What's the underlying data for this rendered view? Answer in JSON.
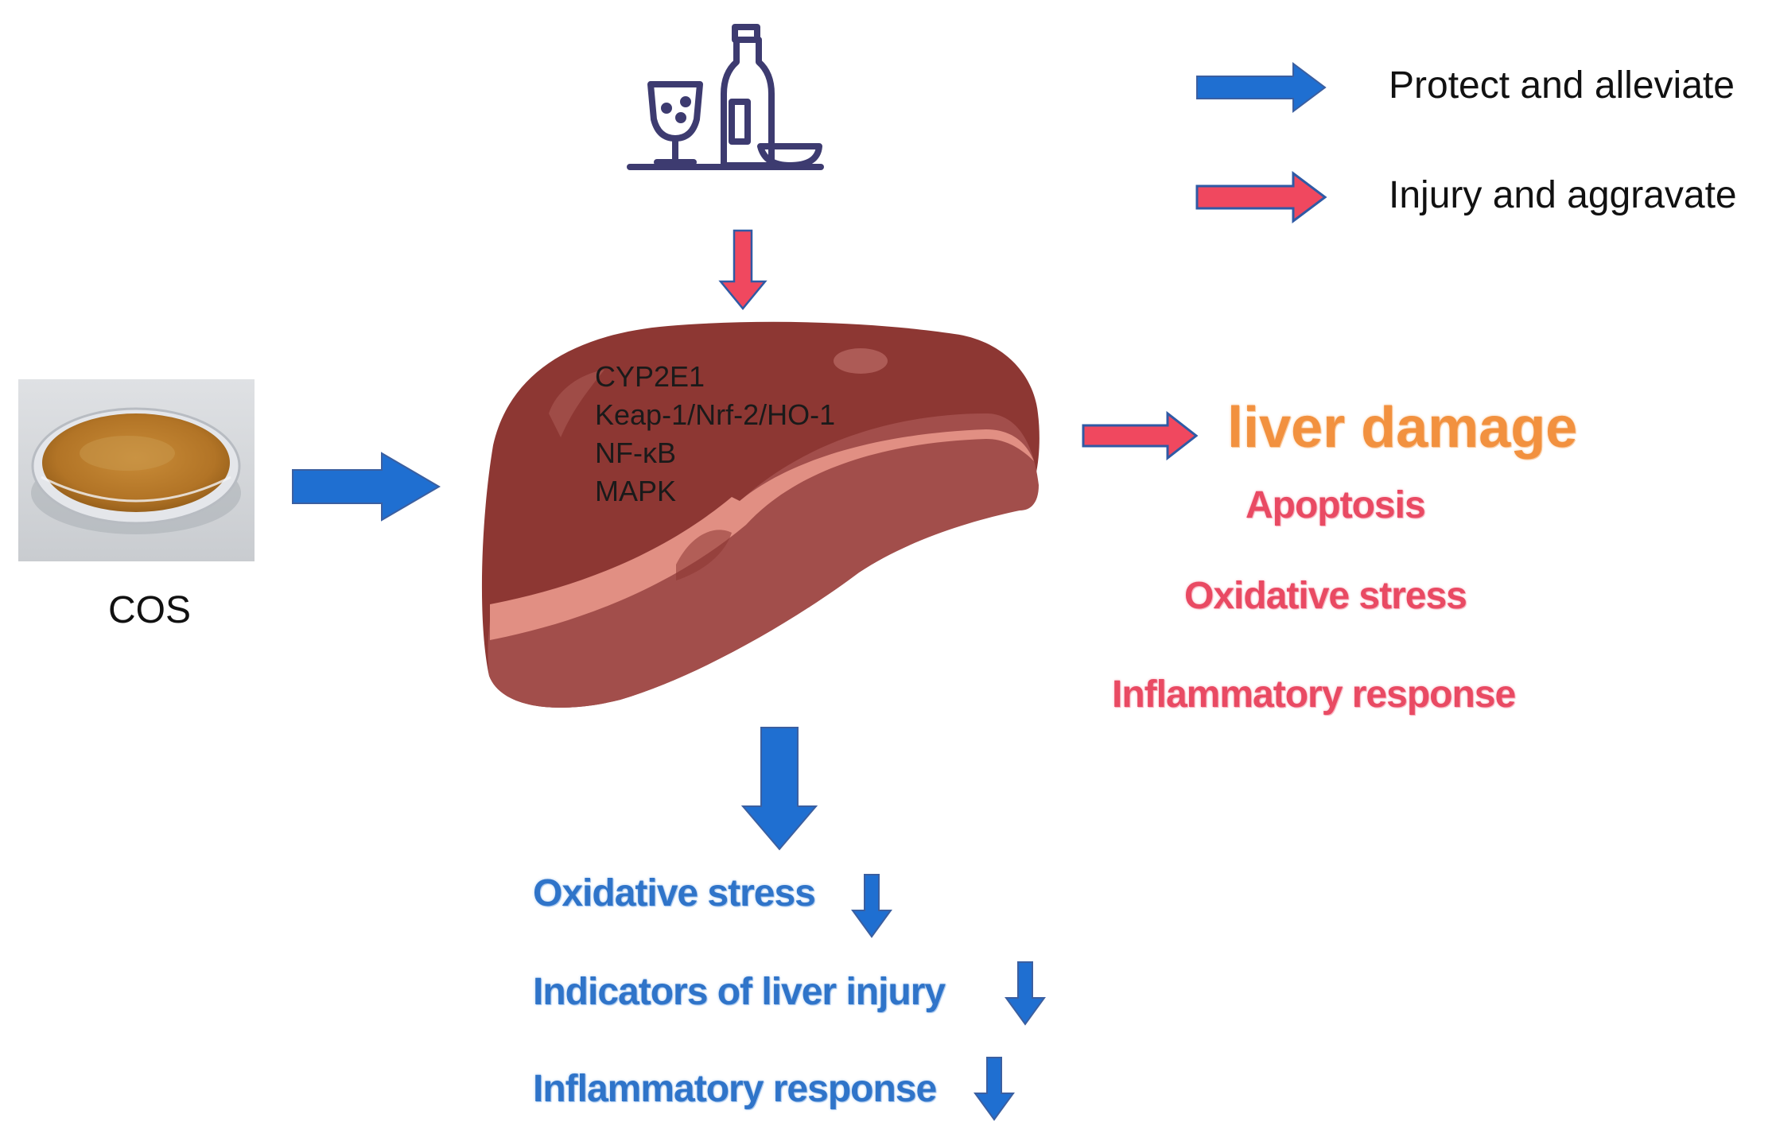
{
  "legend": {
    "protect": {
      "label": "Protect and alleviate",
      "color": "#1f6fd1"
    },
    "injury": {
      "label": "Injury and aggravate",
      "color": "#f0485f"
    }
  },
  "cos": {
    "label": "COS"
  },
  "liver": {
    "pathways": [
      "CYP2E1",
      "Keap-1/Nrf-2/HO-1",
      "NF-κB",
      "MAPK"
    ]
  },
  "damage": {
    "title": "liver damage",
    "items": [
      "Apoptosis",
      "Oxidative stress",
      "Inflammatory response"
    ]
  },
  "protection": {
    "items": [
      "Oxidative stress",
      "Indicators of liver injury",
      "Inflammatory response"
    ]
  },
  "icons": {
    "alcohol": "wine-glass-bottle-bowl-icon",
    "down": "down-arrow-icon"
  }
}
